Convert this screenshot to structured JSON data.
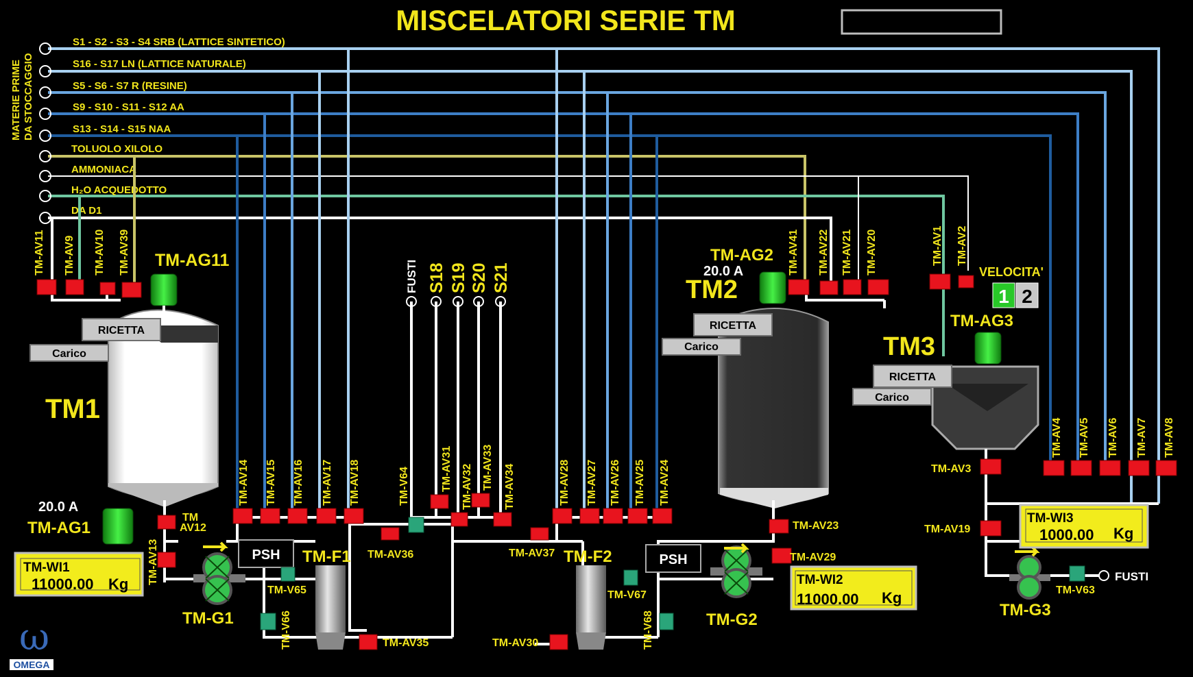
{
  "title": "MISCELATORI SERIE TM",
  "side_label": [
    "MATERIE PRIME",
    "DA STOCCAGGIO"
  ],
  "feed_lines": [
    {
      "label": "S1 - S2 - S3 - S4   SRB   (LATTICE SINTETICO)",
      "color": "#a8d0f0"
    },
    {
      "label": "S16 - S17    LN   (LATTICE NATURALE)",
      "color": "#a8d0f0"
    },
    {
      "label": "S5 - S6 - S7    R   (RESINE)",
      "color": "#6aa6e0"
    },
    {
      "label": "S9 - S10 - S11 - S12    AA",
      "color": "#3d7ec6"
    },
    {
      "label": "S13 - S14 - S15    NAA",
      "color": "#1f5c9e"
    },
    {
      "label": "TOLUOLO XILOLO",
      "color": "#c9c468"
    },
    {
      "label": "AMMONIACA",
      "color": "#ffffff"
    },
    {
      "label": "H₂O  ACQUEDOTTO",
      "color": "#6fc7a0"
    },
    {
      "label": "DA D1",
      "color": "#ffffff"
    }
  ],
  "tanks": {
    "tm1": {
      "name": "TM1",
      "agitator_top": "TM-AG11",
      "agitator_bottom": "TM-AG1",
      "current": "20.0  A"
    },
    "tm2": {
      "name": "TM2",
      "agitator_top": "TM-AG2",
      "current": "20.0  A"
    },
    "tm3": {
      "name": "TM3",
      "agitator_top": "TM-AG3"
    }
  },
  "buttons": {
    "ricetta": "RICETTA",
    "carico": "Carico"
  },
  "velocita": {
    "label": "VELOCITA'",
    "speed1": "1",
    "speed2": "2",
    "active": "1"
  },
  "weights": {
    "wi1": {
      "tag": "TM-WI1",
      "value": "11000.00",
      "unit": "Kg"
    },
    "wi2": {
      "tag": "TM-WI2",
      "value": "11000.00",
      "unit": "Kg"
    },
    "wi3": {
      "tag": "TM-WI3",
      "value": "1000.00",
      "unit": "Kg"
    }
  },
  "filters": {
    "f1": "TM-F1",
    "f2": "TM-F2"
  },
  "pumps": {
    "g1": "TM-G1",
    "g2": "TM-G2",
    "g3": "TM-G3"
  },
  "psh": "PSH",
  "outputs": {
    "fusti": "FUSTI",
    "s18": "S18",
    "s19": "S19",
    "s20": "S20",
    "s21": "S21"
  },
  "fusti_out": "FUSTI",
  "valves": {
    "av11": "TM-AV11",
    "av9": "TM-AV9",
    "av10": "TM-AV10",
    "av39": "TM-AV39",
    "av41": "TM-AV41",
    "av22": "TM-AV22",
    "av21": "TM-AV21",
    "av20": "TM-AV20",
    "av1": "TM-AV1",
    "av2": "TM-AV2",
    "av14": "TM-AV14",
    "av15": "TM-AV15",
    "av16": "TM-AV16",
    "av17": "TM-AV17",
    "av18": "TM-AV18",
    "v64": "TM-V64",
    "av31": "TM-AV31",
    "av32": "TM-AV32",
    "av33": "TM-AV33",
    "av34": "TM-AV34",
    "av28": "TM-AV28",
    "av27": "TM-AV27",
    "av26": "TM-AV26",
    "av25": "TM-AV25",
    "av24": "TM-AV24",
    "av4": "TM-AV4",
    "av5": "TM-AV5",
    "av6": "TM-AV6",
    "av7": "TM-AV7",
    "av8": "TM-AV8",
    "av3": "TM-AV3",
    "av19": "TM-AV19",
    "av12_a": "TM",
    "av12_b": "AV12",
    "av13": "TM-AV13",
    "av36": "TM-AV36",
    "av37": "TM-AV37",
    "av23": "TM-AV23",
    "av29": "TM-AV29",
    "v65": "TM-V65",
    "v66": "TM-V66",
    "av35": "TM-AV35",
    "av30": "TM-AV30",
    "v67": "TM-V67",
    "v68": "TM-V68",
    "v63": "TM-V63"
  },
  "logo": "OMEGA",
  "colors": {
    "label_yellow": "#f2e61c",
    "valve_red": "#e8141e",
    "agitator_green": "#2fd62f",
    "tank_dark": "#2f2f2f",
    "weight_box": "#f2ec1c"
  }
}
